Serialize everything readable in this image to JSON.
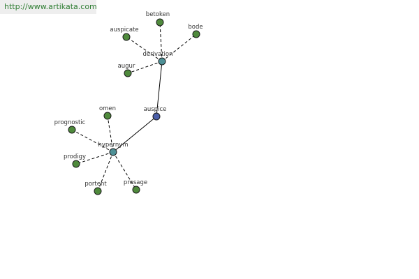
{
  "watermark": "http://www.artikata.com",
  "colors": {
    "leaf": "#4f8a3c",
    "hub": "#4e9096",
    "root": "#4a5ea8"
  },
  "nodes": [
    {
      "id": "auspice",
      "label": "auspice",
      "kind": "root"
    },
    {
      "id": "derivation",
      "label": "derivation",
      "kind": "hub"
    },
    {
      "id": "hypernym",
      "label": "hypernym",
      "kind": "hub"
    },
    {
      "id": "betoken",
      "label": "betoken",
      "kind": "leaf"
    },
    {
      "id": "bode",
      "label": "bode",
      "kind": "leaf"
    },
    {
      "id": "auspicate",
      "label": "auspicate",
      "kind": "leaf"
    },
    {
      "id": "augur",
      "label": "augur",
      "kind": "leaf"
    },
    {
      "id": "omen",
      "label": "omen",
      "kind": "leaf"
    },
    {
      "id": "prognostic",
      "label": "prognostic",
      "kind": "leaf"
    },
    {
      "id": "prodigy",
      "label": "prodigy",
      "kind": "leaf"
    },
    {
      "id": "portent",
      "label": "portent",
      "kind": "leaf"
    },
    {
      "id": "presage",
      "label": "presage",
      "kind": "leaf"
    }
  ],
  "edges": [
    {
      "from": "auspice",
      "to": "derivation",
      "style": "solid"
    },
    {
      "from": "auspice",
      "to": "hypernym",
      "style": "solid"
    },
    {
      "from": "derivation",
      "to": "betoken",
      "style": "dashed"
    },
    {
      "from": "derivation",
      "to": "bode",
      "style": "dashed"
    },
    {
      "from": "derivation",
      "to": "auspicate",
      "style": "dashed"
    },
    {
      "from": "derivation",
      "to": "augur",
      "style": "dashed"
    },
    {
      "from": "hypernym",
      "to": "omen",
      "style": "dashed"
    },
    {
      "from": "hypernym",
      "to": "prognostic",
      "style": "dashed"
    },
    {
      "from": "hypernym",
      "to": "prodigy",
      "style": "dashed"
    },
    {
      "from": "hypernym",
      "to": "portent",
      "style": "dashed"
    },
    {
      "from": "hypernym",
      "to": "presage",
      "style": "dashed"
    }
  ]
}
